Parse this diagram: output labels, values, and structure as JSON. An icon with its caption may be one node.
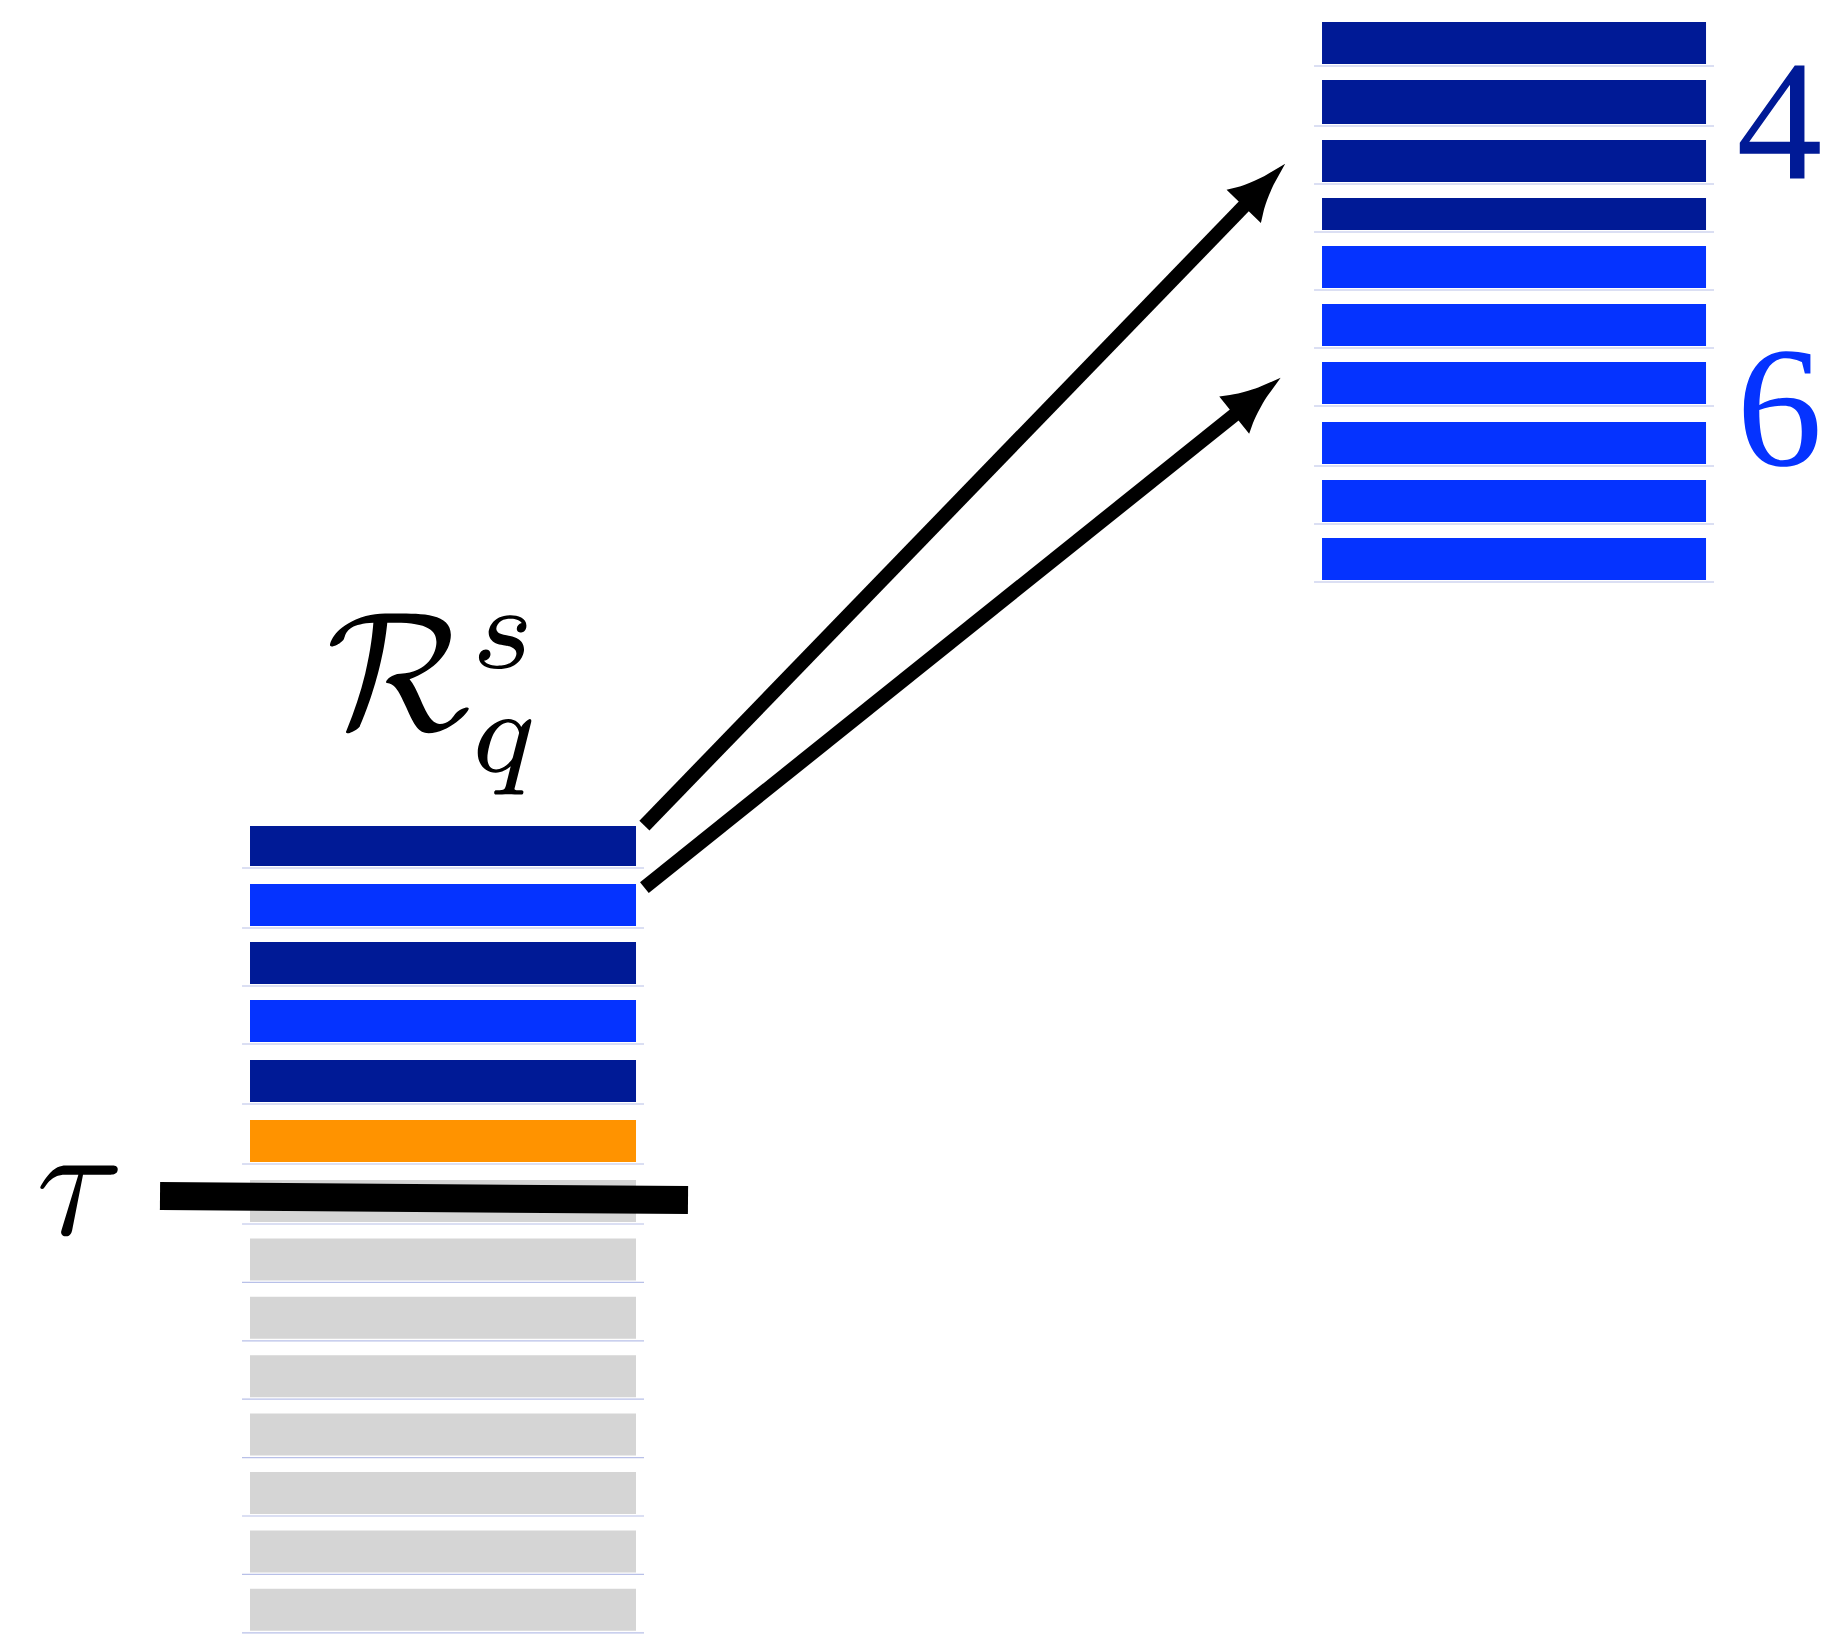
{
  "diagram": {
    "nodes": [
      {
        "text": [],
        "shape": "bar"
      },
      {
        "text": [],
        "shape": "bar"
      },
      {
        "text": [],
        "shape": "bar",
        "beside": [
          "4"
        ]
      },
      {
        "text": [],
        "shape": "bar",
        "beside": [
          "6"
        ]
      }
    ],
    "edges": [
      {
        "from": 0,
        "to": 2,
        "arrow": "to"
      },
      {
        "from": 1,
        "to": 3,
        "arrow": "to"
      }
    ],
    "labels": [
      "\\mathcal{R}_q^s",
      "\\tau"
    ]
  }
}
